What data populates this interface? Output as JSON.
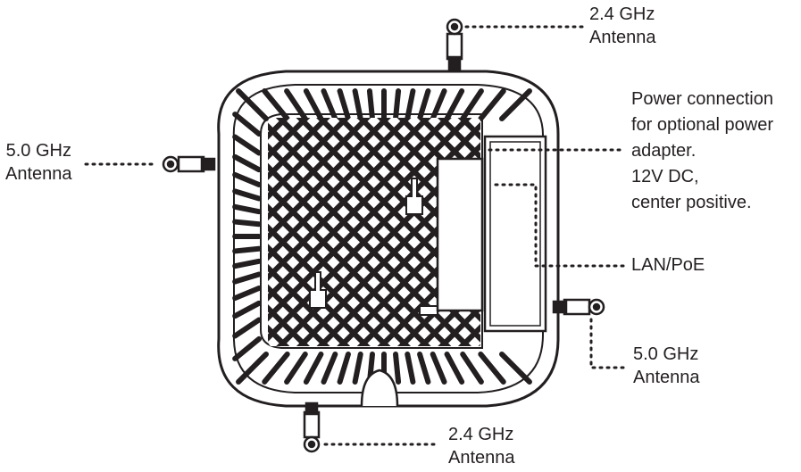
{
  "labels": {
    "top_antenna": [
      "2.4 GHz",
      "Antenna"
    ],
    "left_antenna": [
      "5.0 GHz",
      "Antenna"
    ],
    "power": [
      "Power connection",
      "for optional power",
      "adapter.",
      "12V DC,",
      "center positive."
    ],
    "lan": [
      "LAN/PoE"
    ],
    "right_antenna": [
      "5.0 GHz",
      "Antenna"
    ],
    "bottom_antenna": [
      "2.4 GHz",
      "Antenna"
    ]
  },
  "colors": {
    "ink": "#231f20"
  }
}
